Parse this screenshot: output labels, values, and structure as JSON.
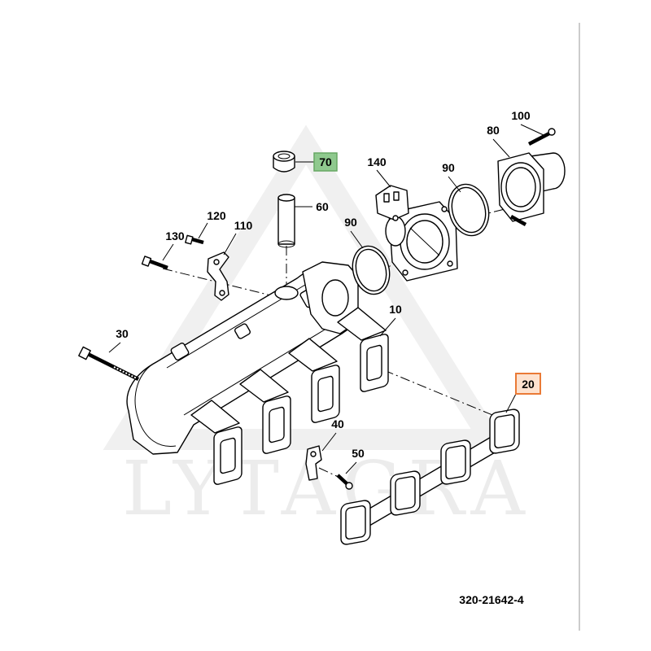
{
  "callouts": [
    {
      "label": "100"
    },
    {
      "label": "80"
    },
    {
      "label": "140"
    },
    {
      "label": "90"
    },
    {
      "label": "70",
      "highlight_fill": "#8fc98e",
      "highlight_border": "#67a763"
    },
    {
      "label": "60"
    },
    {
      "label": "120"
    },
    {
      "label": "110"
    },
    {
      "label": "130"
    },
    {
      "label": "90"
    },
    {
      "label": "10"
    },
    {
      "label": "30"
    },
    {
      "label": "20",
      "highlight_fill": "#fde2cf",
      "highlight_border": "#ea7a36"
    },
    {
      "label": "40"
    },
    {
      "label": "50"
    }
  ],
  "diagram_number": "320-21642-4",
  "watermark": "LYTAGRA",
  "colors": {
    "line": "#000000",
    "background": "#ffffff",
    "frame_line": "#cccccc"
  }
}
